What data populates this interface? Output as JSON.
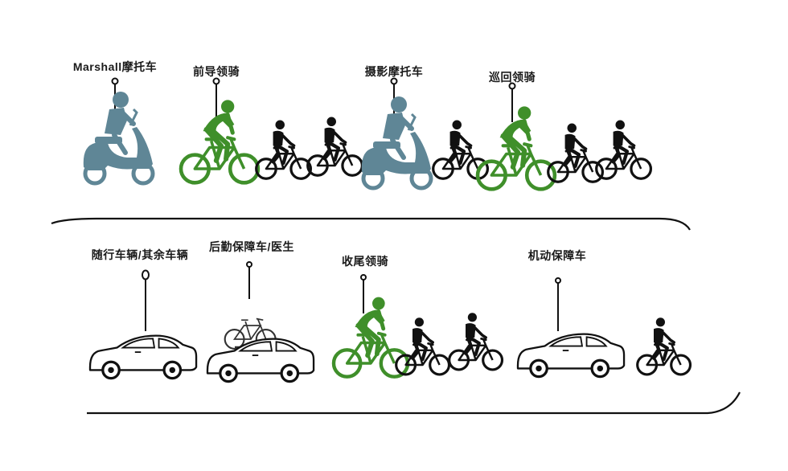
{
  "labels": {
    "marshall": "Marshall摩托车",
    "lead": "前导领骑",
    "photo": "摄影摩托车",
    "patrol": "巡回领骑",
    "follow": "随行车辆/其余车辆",
    "support": "后勤保障车/医生",
    "sweep": "收尾领骑",
    "mobile": "机动保障车"
  },
  "colors": {
    "lead_green": "#3f8f2a",
    "moto_blue": "#5f8696",
    "rider_black": "#111111",
    "line": "#111111"
  },
  "icons": [
    "motorcycle-icon",
    "bicycle-icon",
    "cyclist-icon",
    "car-icon",
    "roof-rack-bike-icon",
    "pin-icon"
  ]
}
